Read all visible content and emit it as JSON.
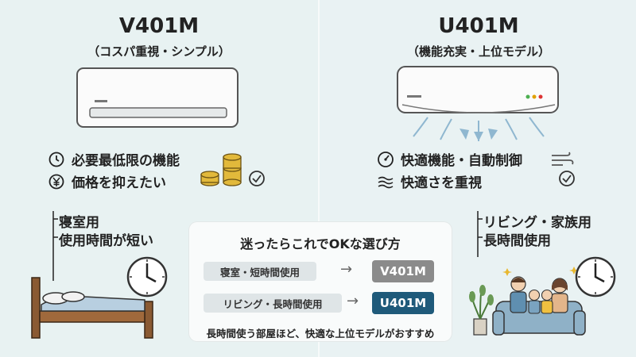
{
  "left": {
    "title": "V401M",
    "subtitle": "（コスパ重視・シンプル）",
    "features": [
      {
        "icon": "clock-icon",
        "text": "必要最低限の機能"
      },
      {
        "icon": "yen-icon",
        "text": "価格を抑えたい"
      }
    ],
    "bullets": [
      "寝室用",
      "使用時間が短い"
    ]
  },
  "right": {
    "title": "U401M",
    "subtitle": "（機能充実・上位モデル）",
    "features": [
      {
        "icon": "gauge-icon",
        "text": "快適機能・自動制御"
      },
      {
        "icon": "wind-icon",
        "text": "快適さを重視"
      }
    ],
    "bullets": [
      "リビング・家族用",
      "長時間使用"
    ]
  },
  "guide": {
    "title": "迷ったらこれでOKな選び方",
    "rows": [
      {
        "condition": "寝室・短時間使用",
        "model": "V401M",
        "color": "#8b8b8b"
      },
      {
        "condition": "リビング・長時間使用",
        "model": "U401M",
        "color": "#1f5a7a"
      }
    ],
    "arrow": "→",
    "note": "長時間使う部屋ほど、快適な上位モデルがおすすめ"
  }
}
